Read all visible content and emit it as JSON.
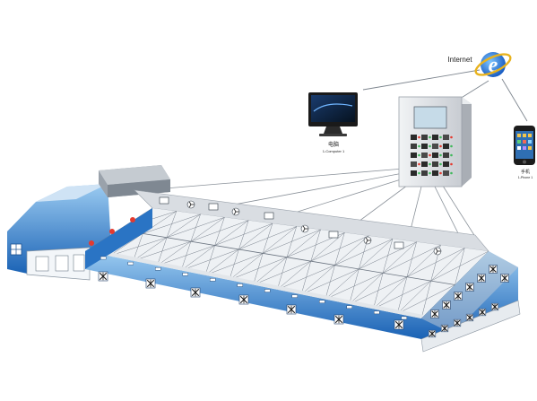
{
  "labels": {
    "internet": "Internet",
    "computer": "电脑",
    "computer_sub": "1-Computer 1",
    "phone": "手机",
    "phone_sub": "1-Phone 1"
  },
  "colors": {
    "building_blue": "#1f6fc0",
    "building_light": "#8fc3ee",
    "roof": "#e4e7ec",
    "truss": "#5b6470",
    "cabinet": "#dfe3e8",
    "ie_blue": "#2a7de1",
    "fan_lamp": "#e43a2f"
  },
  "icons": [
    "internet-explorer-icon",
    "monitor-icon",
    "smartphone-icon",
    "control-cabinet-icon",
    "exhaust-fan-icon",
    "heater-lamp-icon"
  ]
}
